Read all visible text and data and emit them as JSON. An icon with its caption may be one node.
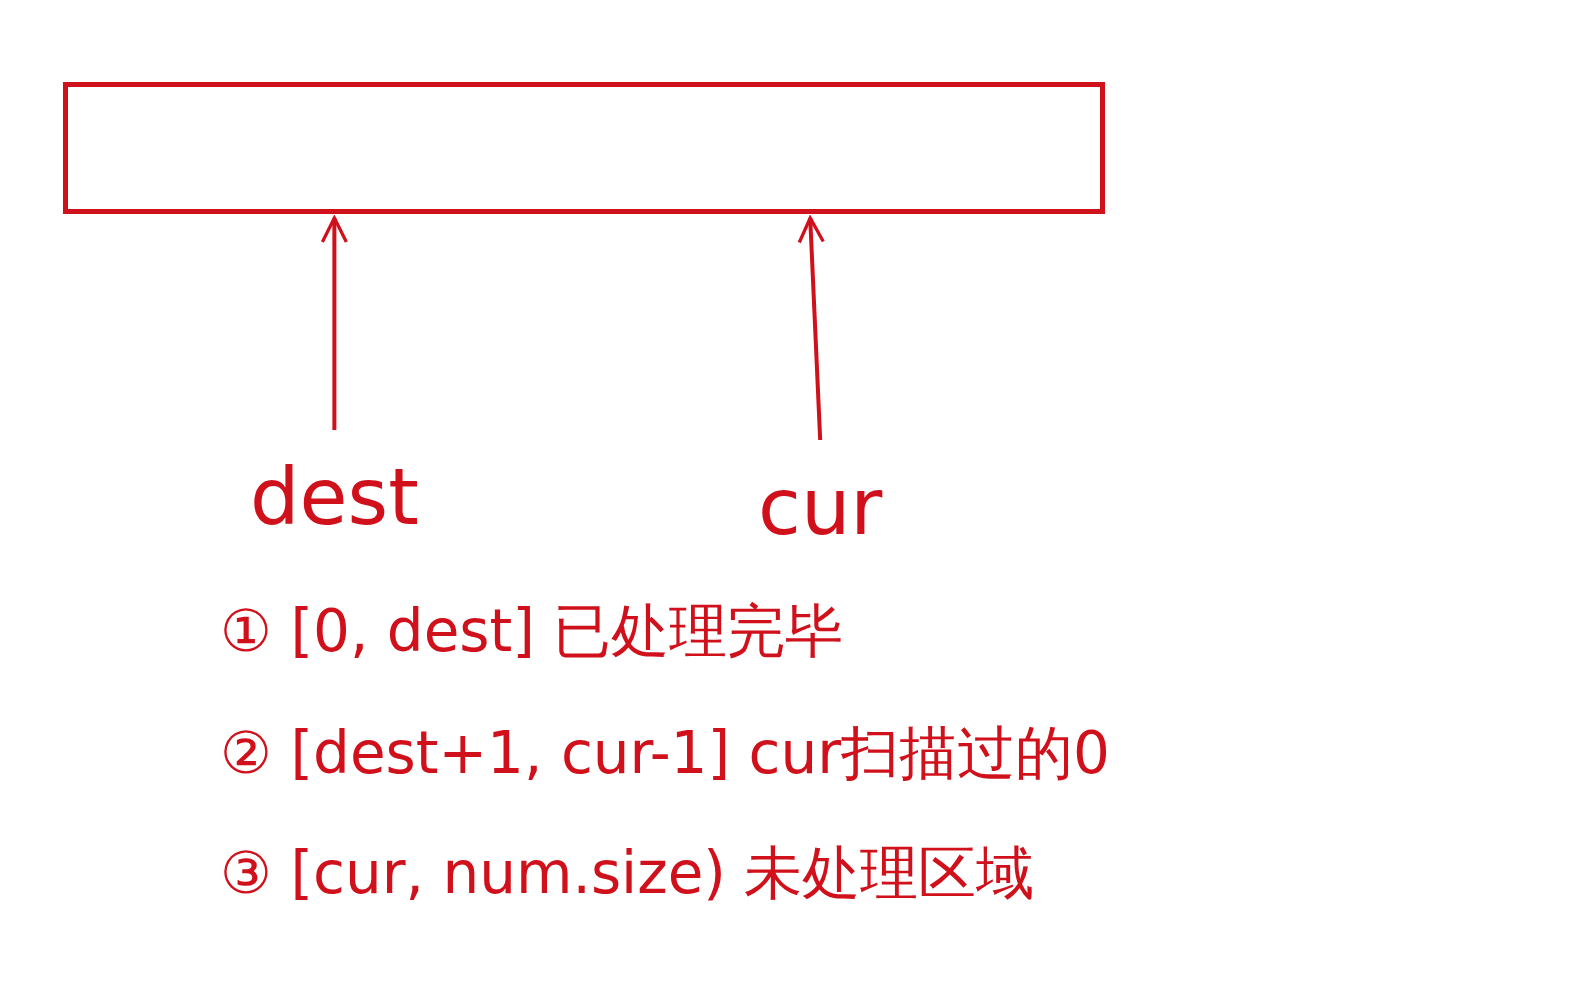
{
  "diagram": {
    "nodes": [
      {
        "text": [],
        "shape": "box"
      },
      {
        "text": [
          "dest"
        ]
      },
      {
        "text": [
          "cur"
        ]
      }
    ],
    "edges": [
      {
        "from": 1,
        "to": 0,
        "arrow": "to"
      },
      {
        "from": 2,
        "to": 0,
        "arrow": "to"
      }
    ],
    "labels": [
      "① [0, dest] 已处理完毕",
      "② [dest+1, cur-1] cur扫描过的0",
      "③ [cur, num.size) 未处理区域"
    ]
  }
}
